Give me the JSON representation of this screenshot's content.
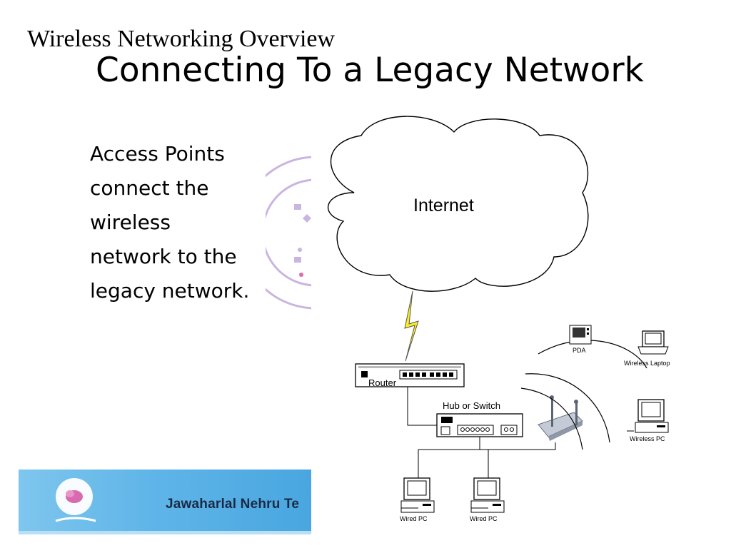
{
  "slide": {
    "header": "Wireless Networking Overview",
    "title": "Connecting To a Legacy Network",
    "body_lines": [
      "Access Points",
      "connect the",
      "wireless",
      "network to the",
      "legacy network."
    ]
  },
  "banner": {
    "text": "Jawaharlal Nehru Te"
  },
  "diagram": {
    "internet": "Internet",
    "router": "Router",
    "hub": "Hub or Switch",
    "pda": "PDA",
    "laptop": "Wireless Laptop",
    "wireless_pc": "Wireless PC",
    "wired_pc_1": "Wired PC",
    "wired_pc_2": "Wired PC"
  },
  "colors": {
    "banner": "#5fb5e8",
    "lightning": "#ffee22",
    "watermark": "#c9b6e0"
  }
}
